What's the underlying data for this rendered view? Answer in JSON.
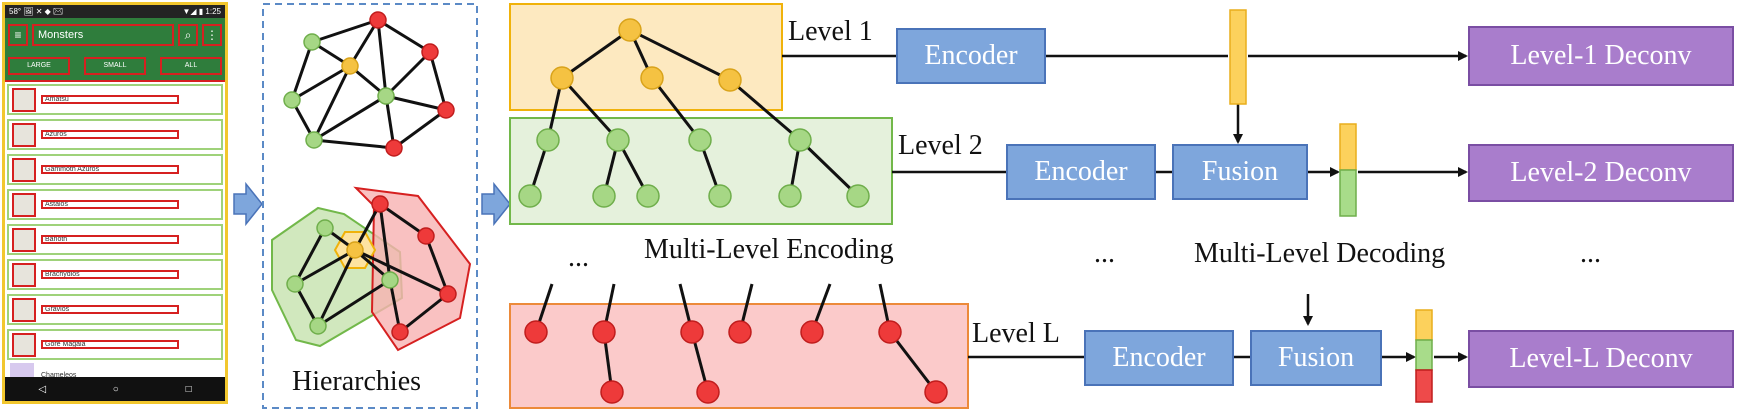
{
  "phone": {
    "status_left": "58° 🖼 ✕ ◆ ✉",
    "status_right": "▼◢ ▮ 1:25",
    "title": "Monsters",
    "tabs": [
      "LARGE",
      "SMALL",
      "ALL"
    ],
    "monsters": [
      "Amatsu",
      "Azuros",
      "Gammoth Azuros",
      "Astalos",
      "Barioth",
      "Brachydios",
      "Gravios",
      "Gore Magala"
    ],
    "last_item": "Chameleos"
  },
  "diagram": {
    "hierarchies_label": "Hierarchies",
    "level_labels": [
      "Level 1",
      "Level 2",
      "Level L"
    ],
    "encoder_label": "Encoder",
    "fusion_label": "Fusion",
    "deconv_labels": [
      "Level-1 Deconv",
      "Level-2 Deconv",
      "Level-L Deconv"
    ],
    "multi_level_encoding": "Multi-Level Encoding",
    "multi_level_decoding": "Multi-Level Decoding",
    "ellipsis": "..."
  },
  "colors": {
    "yellow_node": "#f5c242",
    "green_node": "#a6d785",
    "red_node": "#ee3a3a",
    "yellow_box": "#fde9c0",
    "green_box": "#e5f1dc",
    "red_box": "#fbcaca",
    "encoder": "#7ea6dc",
    "deconv": "#a97dcc"
  }
}
